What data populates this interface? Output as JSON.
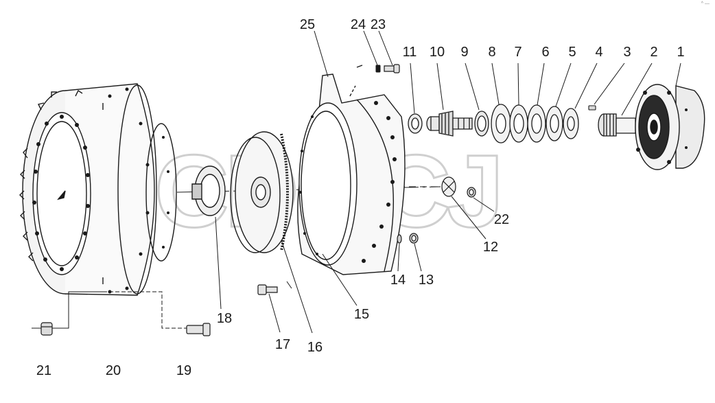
{
  "diagram": {
    "labels": [
      "1",
      "2",
      "3",
      "4",
      "5",
      "6",
      "7",
      "8",
      "9",
      "10",
      "11",
      "12",
      "13",
      "14",
      "15",
      "16",
      "17",
      "18",
      "19",
      "20",
      "21",
      "22",
      "23",
      "24",
      "25"
    ],
    "watermark": "CDMCJ",
    "corner_mark": "^ —"
  },
  "colors": {
    "line": "#1a1a1a",
    "watermark": "#cfcfcf",
    "background": "#ffffff"
  }
}
